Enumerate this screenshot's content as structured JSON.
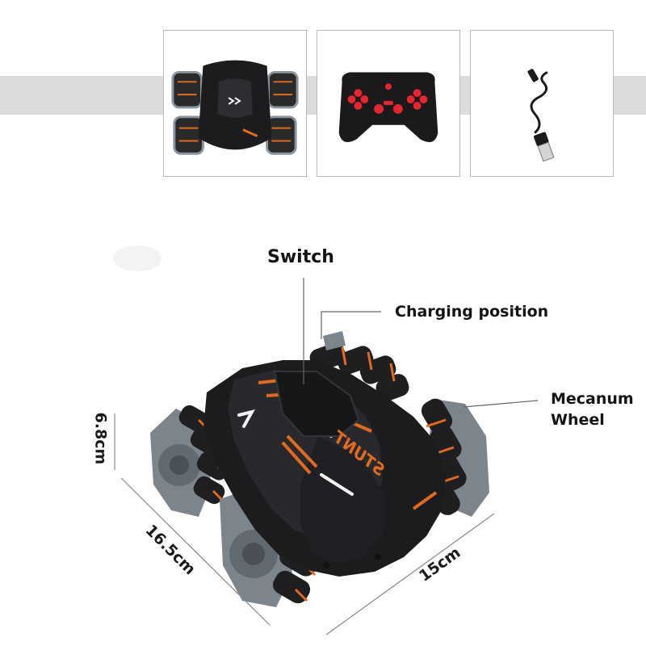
{
  "thumbnails": [
    {
      "name": "car-thumbnail"
    },
    {
      "name": "remote-controller-thumbnail"
    },
    {
      "name": "usb-cable-thumbnail"
    }
  ],
  "callouts": {
    "switch": "Switch",
    "charging": "Charging position",
    "wheel_line1": "Mecanum",
    "wheel_line2": "Wheel"
  },
  "dimensions": {
    "height": "6.8cm",
    "length": "16.5cm",
    "width": "15cm"
  },
  "car": {
    "body_text": "STUNT"
  },
  "colors": {
    "band": "#dcdcdc",
    "car_body": "#1c1c1e",
    "wheel_hub": "#7d858c",
    "accent": "#e06a1e",
    "remote_buttons": "#e3262f"
  }
}
